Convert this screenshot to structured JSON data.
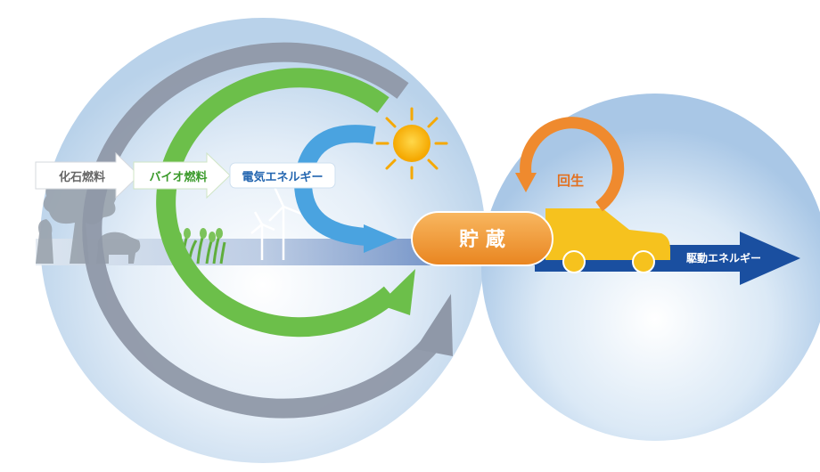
{
  "labels": {
    "fossil": "化石燃料",
    "bio": "バイオ燃料",
    "electric": "電気エネルギー",
    "storage": "貯 蔵",
    "regen": "回生",
    "drive": "駆動エネルギー"
  },
  "colors": {
    "fossil_arrow": "#8f98a8",
    "bio_arrow": "#6cbf4a",
    "electric_arrow": "#4aa3e0",
    "storage": "#f29a33",
    "regen": "#ef8a2e",
    "car": "#f6c21e",
    "drive_arrow": "#1a4fa0",
    "sun": "#f7b500"
  }
}
